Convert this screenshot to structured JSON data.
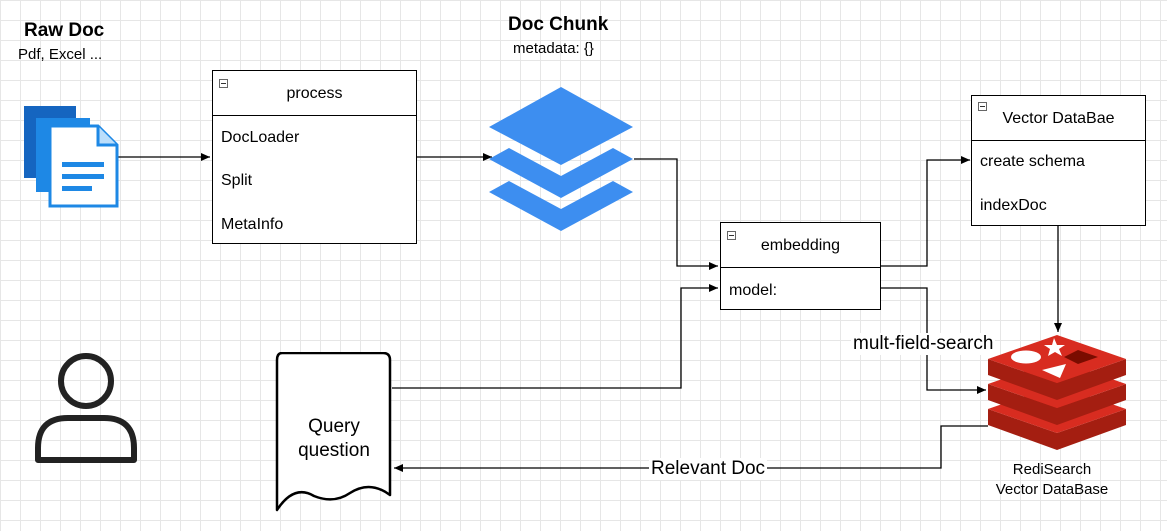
{
  "raw_doc": {
    "title": "Raw Doc",
    "subtitle": "Pdf, Excel ..."
  },
  "doc_chunk": {
    "title": "Doc Chunk",
    "subtitle": "metadata: {}"
  },
  "process_box": {
    "title": "process",
    "items": [
      "DocLoader",
      "Split",
      "MetaInfo"
    ]
  },
  "embedding_box": {
    "title": "embedding",
    "items": [
      "model:"
    ]
  },
  "vector_box": {
    "title": "Vector DataBae",
    "items": [
      "create schema",
      "indexDoc"
    ]
  },
  "query_doc": {
    "line1": "Query",
    "line2": "question"
  },
  "edges": {
    "mult_field_search": "mult-field-search",
    "relevant_doc": "Relevant Doc"
  },
  "redis": {
    "line1": "RediSearch",
    "line2": "Vector DataBase"
  },
  "colors": {
    "doc_icon_blue": "#1e88e5",
    "chunk_blue": "#3d8ef0",
    "redis_red": "#c6302b",
    "redis_dark": "#a41e11"
  },
  "icons": {
    "documents": "documents-icon",
    "layers": "layers-icon",
    "user": "user-icon",
    "redis": "redis-icon"
  }
}
